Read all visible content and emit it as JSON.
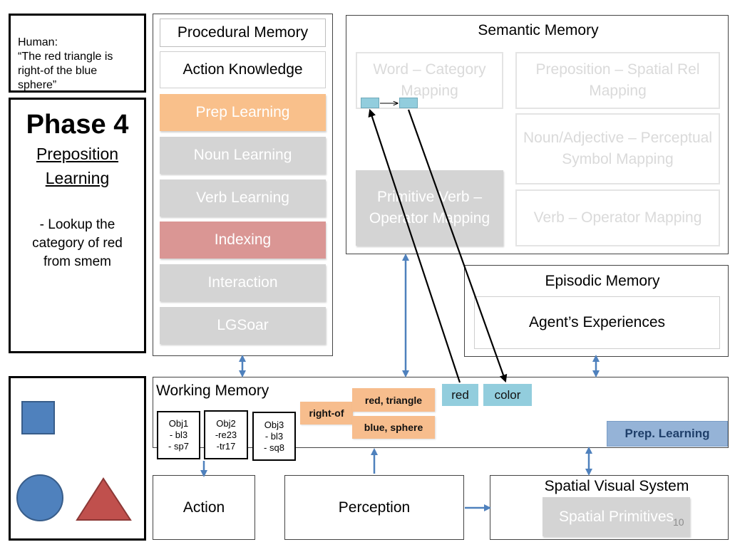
{
  "human": {
    "text": "Human:\n“The red triangle is right-of the blue sphere”"
  },
  "phase": {
    "title": "Phase 4",
    "subtitle": "Preposition\nLearning",
    "step": "- Lookup the category of red from smem"
  },
  "procedural": {
    "title": "Procedural Memory",
    "action_knowledge": "Action Knowledge",
    "items": [
      "Prep Learning",
      "Noun Learning",
      "Verb Learning",
      "Indexing",
      "Interaction",
      "LGSoar"
    ]
  },
  "semantic": {
    "title": "Semantic Memory",
    "word_category": "Word – Category Mapping",
    "prep_spatial": "Preposition – Spatial Rel Mapping",
    "noun_adj": "Noun/Adjective – Perceptual Symbol Mapping",
    "verb_op": "Verb – Operator Mapping",
    "prim_verb": "Primitive Verb – Operator Mapping"
  },
  "episodic": {
    "title": "Episodic Memory",
    "experiences": "Agent’s Experiences"
  },
  "working": {
    "title": "Working Memory",
    "objects": [
      {
        "text": "Obj1\n- bl3\n- sp7"
      },
      {
        "text": "Obj2\n-re23\n-tr17"
      },
      {
        "text": "Obj3\n- bl3\n- sq8"
      }
    ],
    "relation": "right-of",
    "arg1": "red, triangle",
    "arg2": "blue, sphere",
    "red": "red",
    "color": "color",
    "prep_learning": "Prep. Learning"
  },
  "action": {
    "label": "Action"
  },
  "perception": {
    "label": "Perception"
  },
  "svs": {
    "title": "Spatial Visual System",
    "primitives": "Spatial Primitives"
  },
  "slide_number": "10",
  "colors": {
    "blue_arrow": "#4f81bd",
    "shape_blue": "#4f81bd",
    "shape_red": "#c0504d",
    "prep_orange": "#f9c08b",
    "indexing": "#da9694",
    "cyan": "#92cddd",
    "prep_learning_blue": "#95b3d7"
  }
}
